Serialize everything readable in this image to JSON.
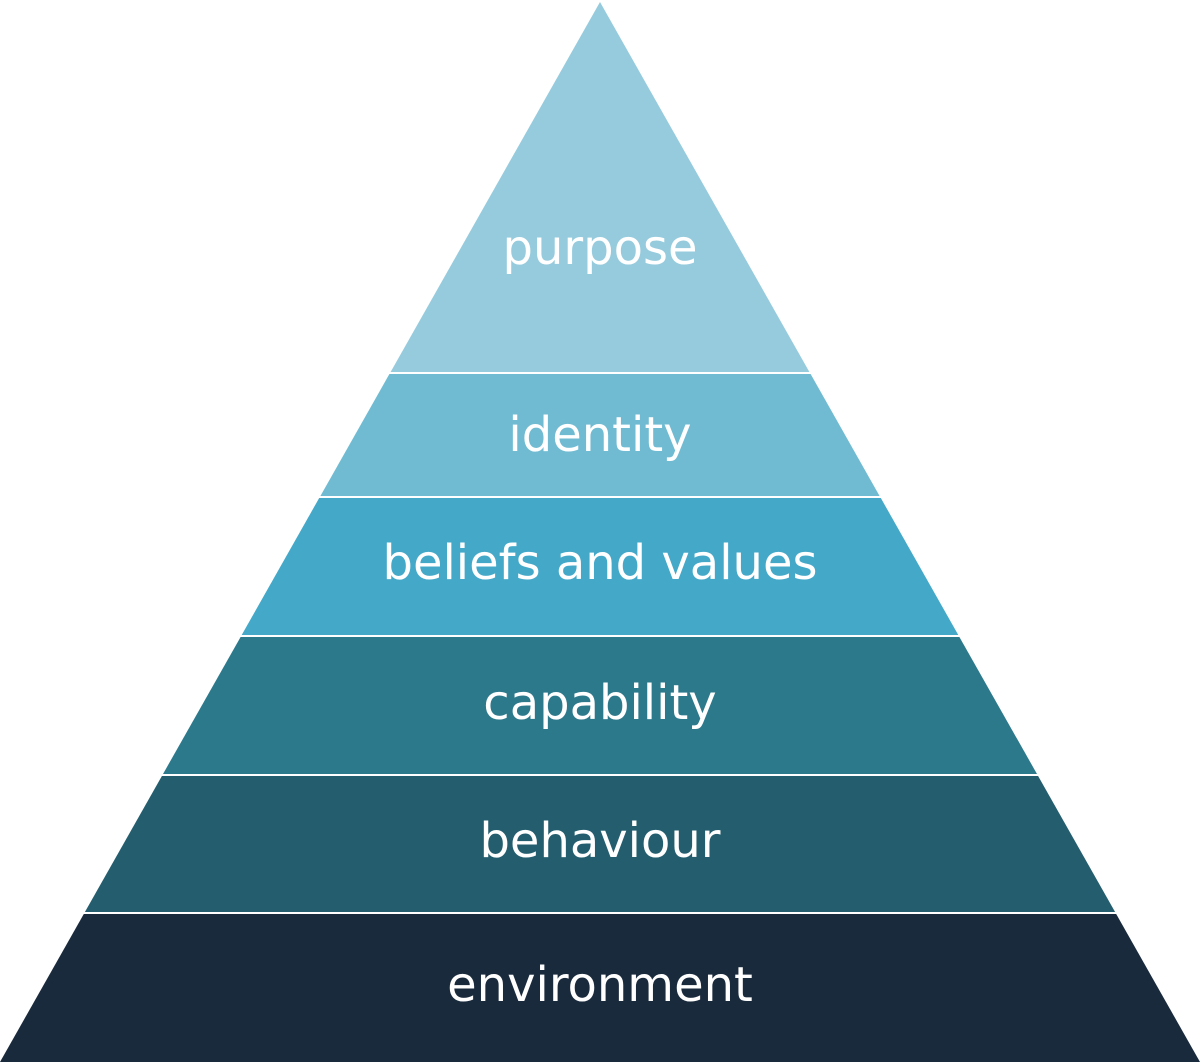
{
  "pyramid": {
    "levels": [
      {
        "label": "purpose",
        "color": "#96cbdd"
      },
      {
        "label": "identity",
        "color": "#70bbd2"
      },
      {
        "label": "beliefs and values",
        "color": "#44a8c9"
      },
      {
        "label": "capability",
        "color": "#2d798c"
      },
      {
        "label": "behaviour",
        "color": "#245e6e"
      },
      {
        "label": "environment",
        "color": "#1a2a3d"
      }
    ],
    "separator_color": "#ffffff"
  }
}
